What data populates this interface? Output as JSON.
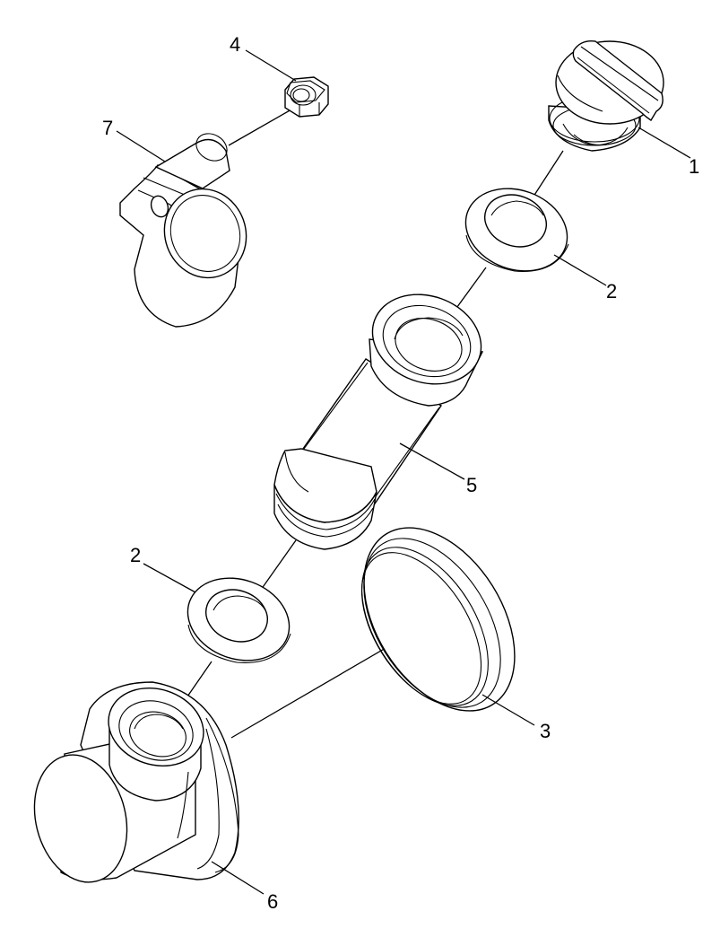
{
  "callouts": {
    "c1": "1",
    "c2_upper": "2",
    "c2_lower": "2",
    "c3": "3",
    "c4": "4",
    "c5": "5",
    "c6": "6",
    "c7": "7"
  },
  "colors": {
    "stroke": "#000000",
    "background": "#ffffff"
  }
}
